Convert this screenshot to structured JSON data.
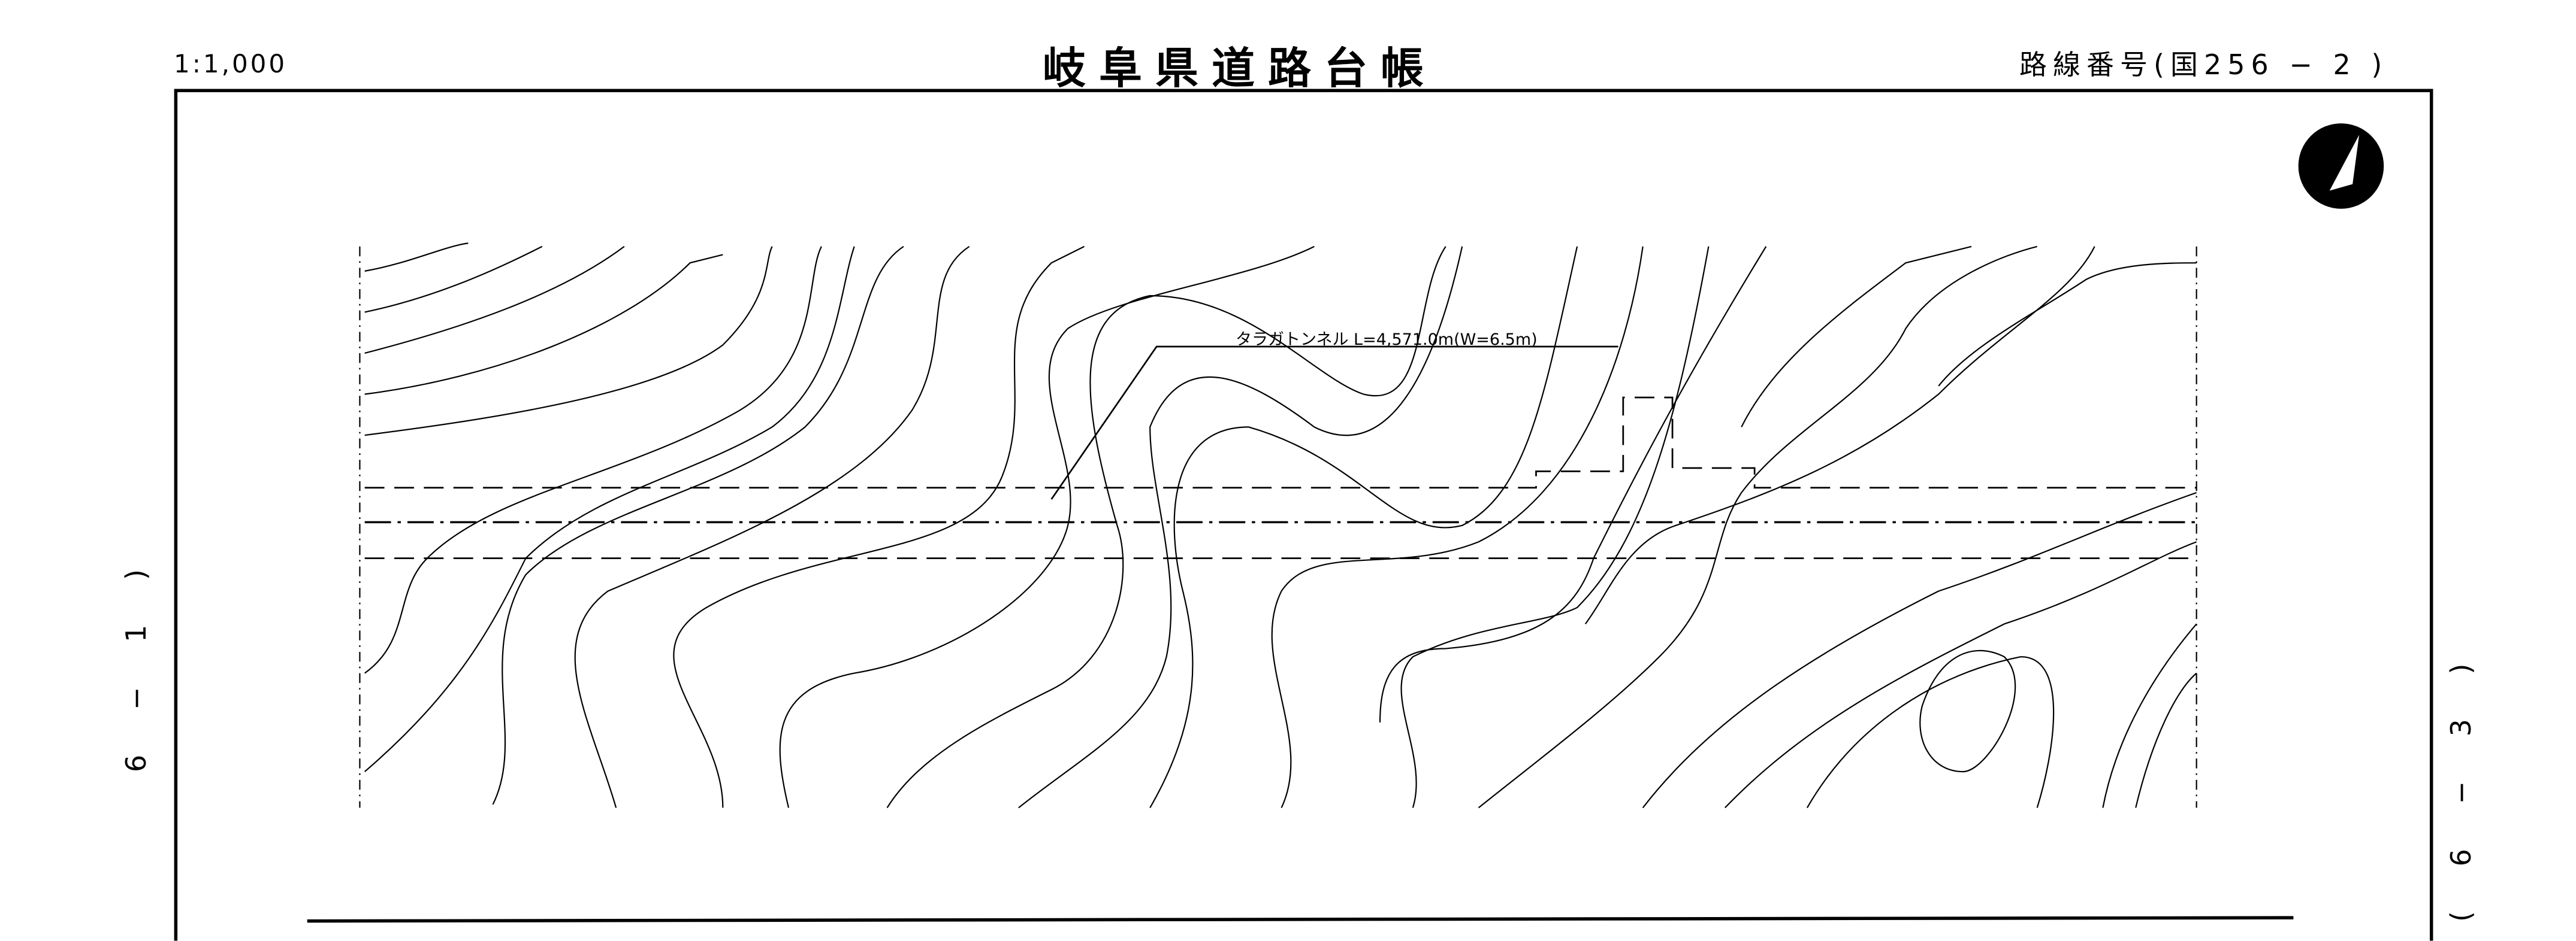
{
  "header": {
    "scale": "1:1,000",
    "title": "岐阜県道路台帳",
    "route_number": "路線番号(国256 − 2 )"
  },
  "side_labels": {
    "left": "6 − 1 )",
    "right": "( 6 − 3 )"
  },
  "map": {
    "tunnel_label": "タラガトンネル L=4,571.0m(W=6.5m)"
  }
}
